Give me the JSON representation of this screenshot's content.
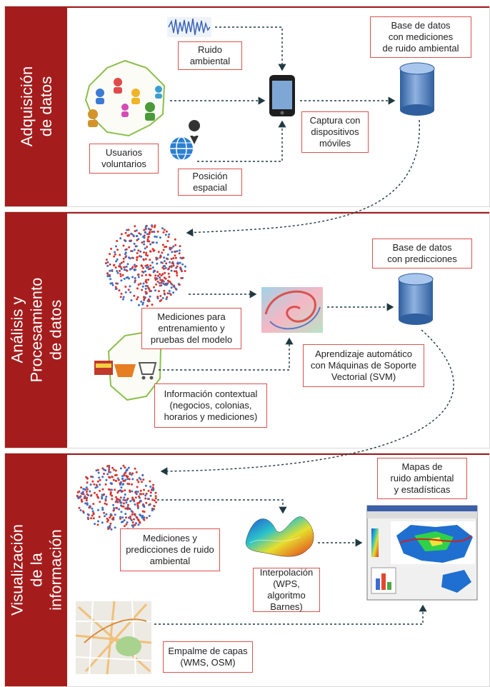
{
  "sections": [
    {
      "label": "Adquisición\nde datos"
    },
    {
      "label": "Análisis y\nProcesamiento\nde datos"
    },
    {
      "label": "Visualización\nde la información"
    }
  ],
  "acquisition": {
    "noise_label": "Ruido\nambiental",
    "users_label": "Usuarios\nvoluntarios",
    "position_label": "Posición\nespacial",
    "capture_label": "Captura con\ndispositivos\nmóviles",
    "db_label": "Base de datos\ncon mediciones\nde ruido ambiental"
  },
  "analysis": {
    "training_label": "Mediciones para\nentrenamiento y\npruebas del modelo",
    "svm_label": "Aprendizaje automático\ncon Máquinas de Soporte\nVectorial (SVM)",
    "context_label": "Información contextual\n(negocios, colonias,\nhorarios y mediciones)",
    "db_label": "Base de datos\ncon predicciones"
  },
  "visualization": {
    "measurements_label": "Mediciones y\npredicciones de ruido\nambiental",
    "interpolation_label": "Interpolación\n(WPS, algoritmo\nBarnes)",
    "maps_label": "Mapas de\nruido ambiental\ny estadísticas",
    "layers_label": "Empalme de capas\n(WMS, OSM)"
  },
  "colors": {
    "section_red": "#a51c1c",
    "box_border": "#d9534f",
    "database_blue": "#4a7bbf",
    "arrow": "#1f3a40"
  }
}
